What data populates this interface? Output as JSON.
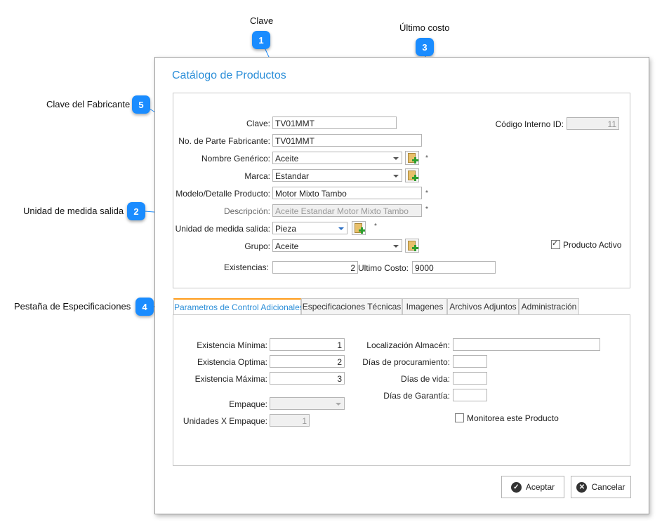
{
  "callouts": {
    "c1": {
      "number": "1",
      "label": "Clave"
    },
    "c2": {
      "number": "2",
      "label": "Unidad de medida salida"
    },
    "c3": {
      "number": "3",
      "label": "Último costo"
    },
    "c4": {
      "number": "4",
      "label": "Pestaña de Especificaciones"
    },
    "c5": {
      "number": "5",
      "label": "Clave del Fabricante"
    }
  },
  "dialog": {
    "title": "Catálogo de Productos",
    "fields": {
      "clave": {
        "label": "Clave:",
        "value": "TV01MMT"
      },
      "parte": {
        "label": "No. de Parte Fabricante:",
        "value": "TV01MMT"
      },
      "nombre": {
        "label": "Nombre Genérico:",
        "value": "Aceite"
      },
      "marca": {
        "label": "Marca:",
        "value": "Estandar"
      },
      "modelo": {
        "label": "Modelo/Detalle Producto:",
        "value": "Motor Mixto Tambo"
      },
      "descripcion": {
        "label": "Descripción:",
        "value": "Aceite Estandar Motor Mixto Tambo"
      },
      "unidad": {
        "label": "Unidad de medida salida:",
        "value": "Pieza"
      },
      "grupo": {
        "label": "Grupo:",
        "value": "Aceite"
      },
      "existencias": {
        "label": "Existencias:",
        "value": "2"
      },
      "ultimo_costo": {
        "label": "Ultimo Costo:",
        "value": "9000"
      },
      "codigo": {
        "label": "Código Interno ID:",
        "value": "11"
      },
      "producto_activo": {
        "label": "Producto Activo",
        "checked": true
      }
    },
    "required_mark": "*",
    "tabs": [
      {
        "label": "Parametros de Control Adicionales",
        "active": true
      },
      {
        "label": "Especificaciones Técnicas"
      },
      {
        "label": "Imagenes"
      },
      {
        "label": "Archivos Adjuntos"
      },
      {
        "label": "Administración"
      }
    ],
    "tab_fields": {
      "exist_min": {
        "label": "Existencia Mínima:",
        "value": "1"
      },
      "exist_opt": {
        "label": "Existencia Optima:",
        "value": "2"
      },
      "exist_max": {
        "label": "Existencia Máxima:",
        "value": "3"
      },
      "empaque": {
        "label": "Empaque:",
        "value": ""
      },
      "unidades_empaque": {
        "label": "Unidades X Empaque:",
        "value": "1"
      },
      "localizacion": {
        "label": "Localización Almacén:",
        "value": ""
      },
      "dias_proc": {
        "label": "Días de procuramiento:",
        "value": ""
      },
      "dias_vida": {
        "label": "Días de vida:",
        "value": ""
      },
      "dias_garantia": {
        "label": "Días de Garantía:",
        "value": ""
      },
      "monitorea": {
        "label": "Monitorea este Producto",
        "checked": false
      }
    },
    "buttons": {
      "accept": "Aceptar",
      "cancel": "Cancelar"
    }
  }
}
